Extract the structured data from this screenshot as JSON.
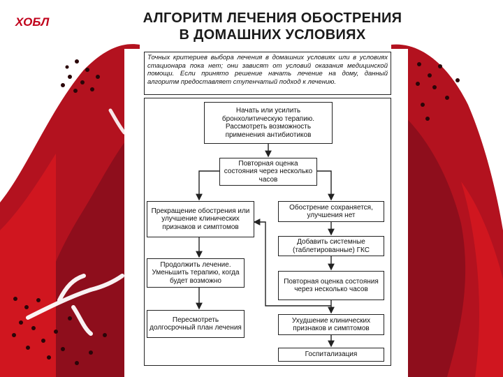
{
  "slide": {
    "tag": "ХОБЛ",
    "title_line1": "АЛГОРИТМ ЛЕЧЕНИЯ ОБОСТРЕНИЯ",
    "title_line2": "В ДОМАШНИХ УСЛОВИЯХ"
  },
  "colors": {
    "lung_dark": "#8e0e1c",
    "lung_mid": "#b3121f",
    "lung_light": "#d0161f",
    "accent_red": "#c0001a",
    "line": "#222222"
  },
  "algorithm": {
    "intro": "Точных критериев выбора лечения в домашних условиях или в условиях стационара пока нет; они зависят от условий оказания медицинской помощи. Если принято решение начать лечение на дому, данный алгоритм предоставляет ступенчатый подход к лечению.",
    "start": "Начать или усилить бронхолитическую терапию. Рассмотреть возможность применения антибиотиков",
    "reassess": "Повторная оценка состояния через несколько часов",
    "resolved": "Прекращение обострения или улучшение клинических признаков и симптомов",
    "persists": "Обострение сохраняется, улучшения нет",
    "continue": "Продолжить лечение. Уменьшить терапию, когда будет возможно",
    "add_gcs": "Добавить системные (таблетированные) ГКС",
    "review": "Пересмотреть долгосрочный план лечения",
    "reassess2": "Повторная оценка состояния через несколько часов",
    "worsening": "Ухудшение клинических признаков и симптомов",
    "hospital": "Госпитализация"
  }
}
